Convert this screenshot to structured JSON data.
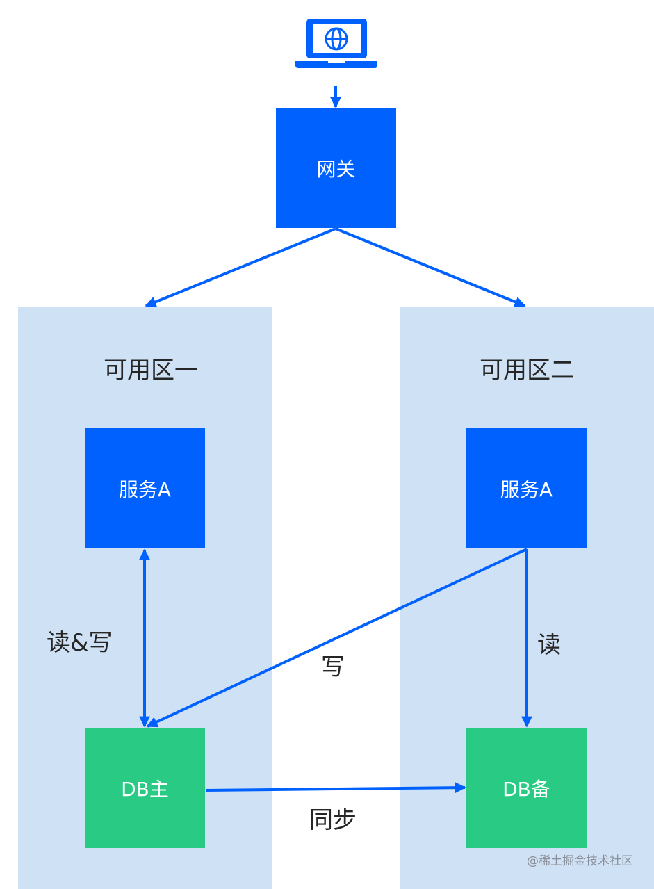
{
  "nodes": {
    "gateway": "网关",
    "zone_one": {
      "title": "可用区一",
      "service": "服务A",
      "db": "DB主"
    },
    "zone_two": {
      "title": "可用区二",
      "service": "服务A",
      "db": "DB备"
    }
  },
  "edges": {
    "zone_one_read_write": "读&写",
    "cross_write": "写",
    "zone_two_read": "读",
    "sync": "同步"
  },
  "watermark": "@稀土掘金技术社区",
  "colors": {
    "primary_blue": "#0061ff",
    "db_green": "#29cb84",
    "zone_background": "#cfe1f4",
    "label_text": "#262626"
  },
  "icons": {
    "client": "laptop-globe-icon"
  }
}
